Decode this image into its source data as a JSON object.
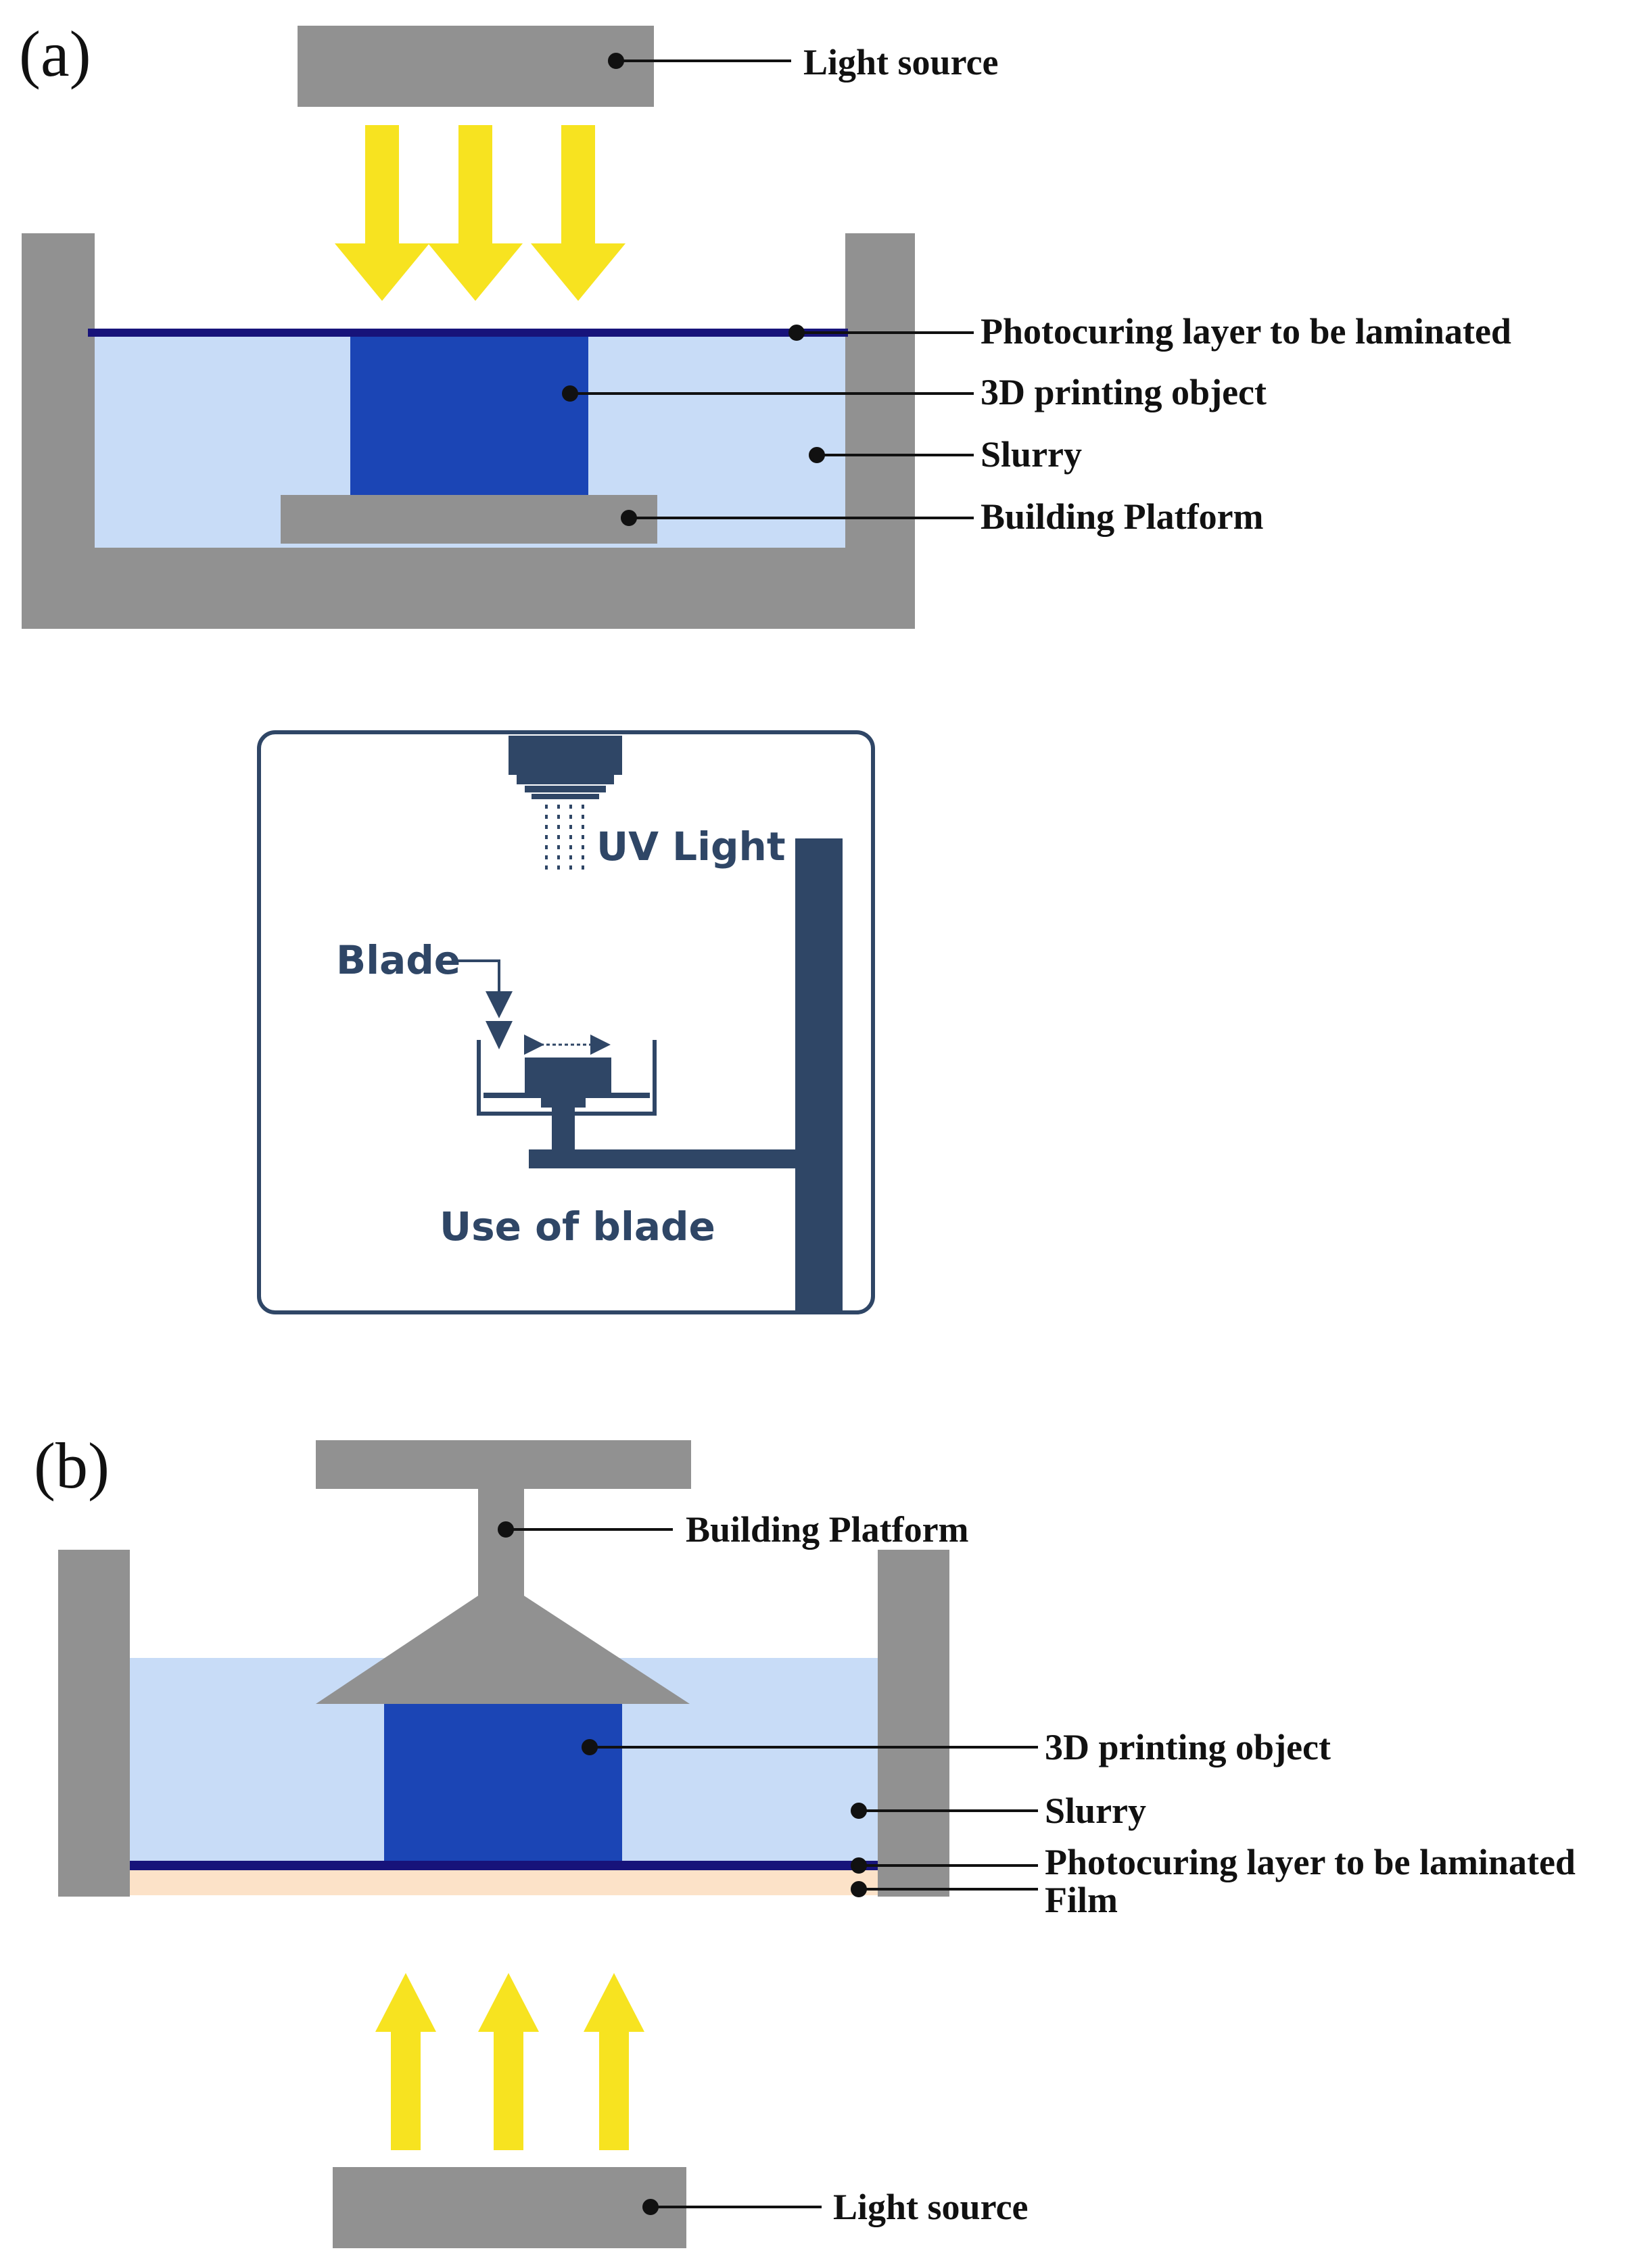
{
  "panels": {
    "a": "(a)",
    "b": "(b)"
  },
  "diagram_a": {
    "light_source": "Light source",
    "photocuring_layer": "Photocuring layer to be laminated",
    "object": "3D printing object",
    "slurry": "Slurry",
    "platform": "Building Platform"
  },
  "inset": {
    "uv_light": "UV Light",
    "blade": "Blade",
    "caption": "Use of blade"
  },
  "diagram_b": {
    "platform": "Building Platform",
    "object": "3D printing object",
    "slurry": "Slurry",
    "photocuring_layer": "Photocuring layer to be laminated",
    "film": "Film",
    "light_source": "Light source"
  },
  "colors": {
    "gray": "#919191",
    "slurry": "#c8dcf7",
    "object": "#1b45b5",
    "layer": "#17137a",
    "arrow": "#f7e320",
    "inset_dark": "#2f4666",
    "film": "#fce2c8"
  }
}
